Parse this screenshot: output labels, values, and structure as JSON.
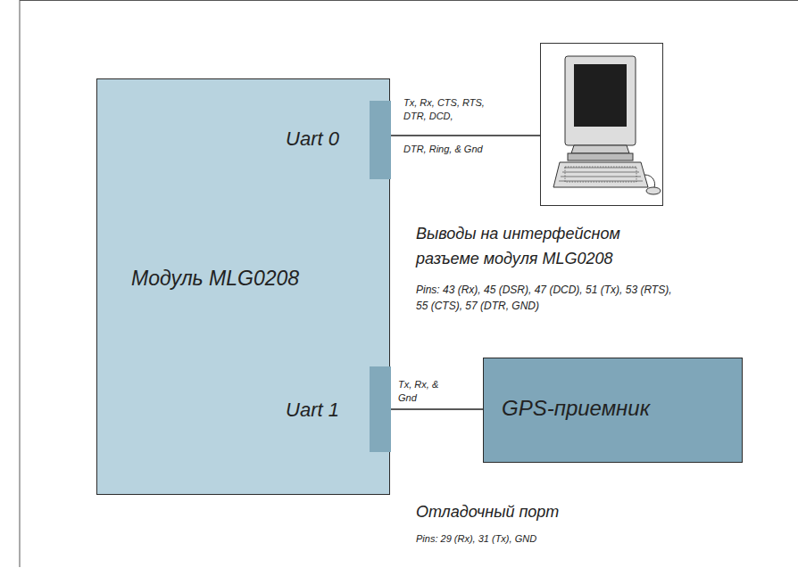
{
  "diagram": {
    "nodes": [
      {
        "text": [
          "Модуль MLG0208"
        ]
      },
      {
        "text": [
          "Uart 0"
        ],
        "in": 0
      },
      {
        "text": [
          "Uart 1"
        ],
        "in": 0
      },
      {
        "text": [
          "GPS-приемник"
        ]
      }
    ],
    "edges": [
      {
        "from": 2,
        "to": 3,
        "arrow": "none",
        "label": "Tx, Rx, & Gnd"
      }
    ],
    "labels": [
      "Tx, Rx, CTS, RTS, DTR, DCD,",
      "DTR, Ring, & Gnd",
      "Выводы на интерфейсном разъеме модуля MLG0208",
      "Pins: 43 (Rx), 45 (DSR), 47 (DCD), 51 (Tx), 53 (RTS), 55 (CTS), 57 (DTR, GND)",
      "Отладочный порт",
      "Pins: 29 (Rx), 31 (Tx), GND"
    ]
  }
}
